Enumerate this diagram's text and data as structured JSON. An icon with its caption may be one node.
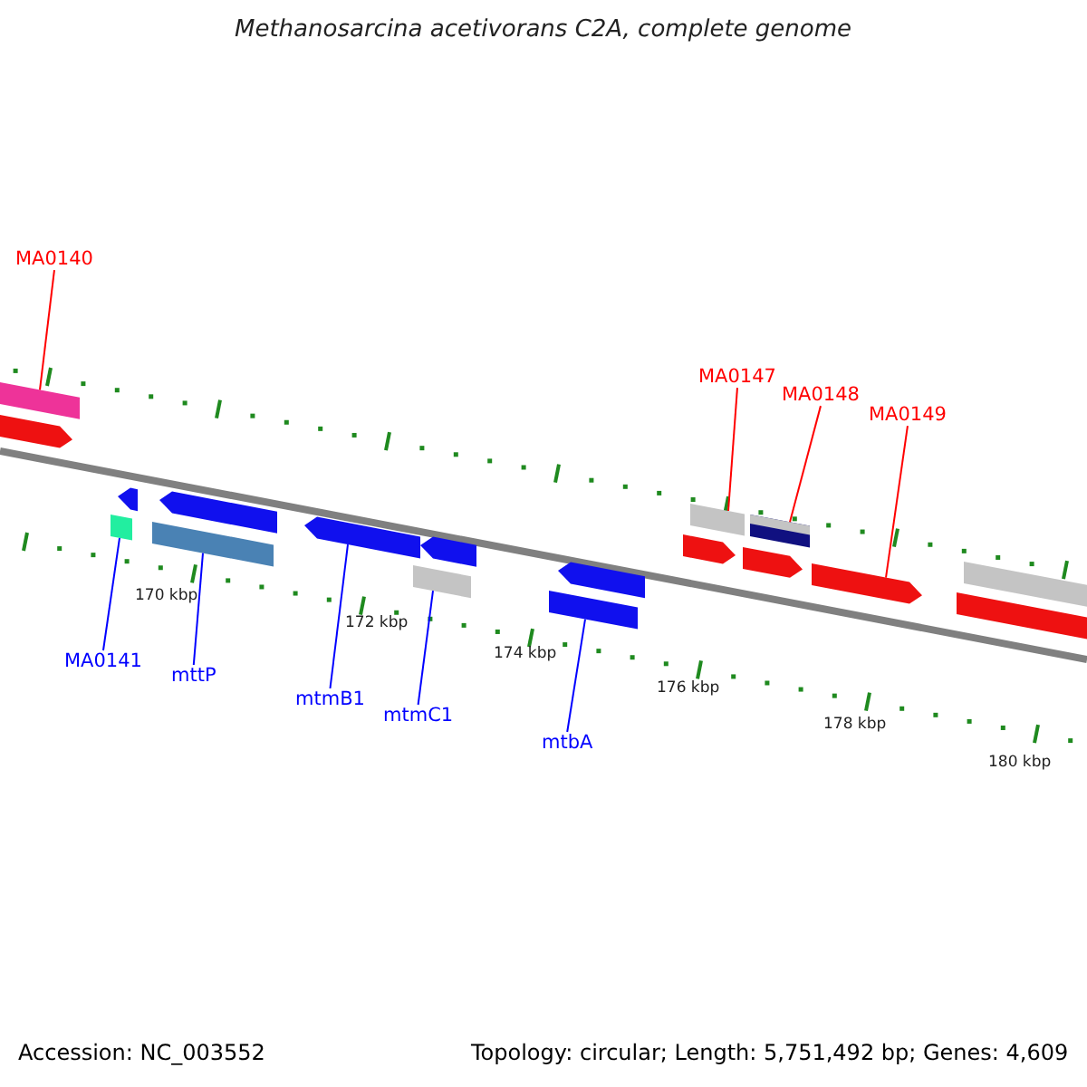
{
  "diagram": {
    "title": "Methanosarcina acetivorans C2A, complete genome",
    "nodes": [
      {
        "text": [
          "MA0140"
        ]
      },
      {
        "text": [
          "MA0147"
        ]
      },
      {
        "text": [
          "MA0148"
        ]
      },
      {
        "text": [
          "MA0149"
        ]
      },
      {
        "text": [
          "MA0141"
        ]
      },
      {
        "text": [
          "mttP"
        ]
      },
      {
        "text": [
          "mtmB1"
        ]
      },
      {
        "text": [
          "mtmC1"
        ]
      },
      {
        "text": [
          "mtbA"
        ]
      },
      {
        "text": [],
        "shape": "box"
      },
      {
        "text": [],
        "shape": "arrow"
      },
      {
        "text": [],
        "shape": "box"
      },
      {
        "text": [],
        "shape": "arrow"
      },
      {
        "text": [],
        "shape": "box"
      },
      {
        "text": [],
        "shape": "arrow"
      },
      {
        "text": [],
        "shape": "arrow"
      },
      {
        "text": [],
        "shape": "box"
      },
      {
        "text": [],
        "shape": "arrow"
      },
      {
        "text": [],
        "shape": "arrow"
      },
      {
        "text": [],
        "shape": "box"
      },
      {
        "text": [],
        "shape": "arrow"
      },
      {
        "text": [],
        "shape": "bar"
      },
      {
        "text": [],
        "shape": "arrow"
      },
      {
        "text": [],
        "shape": "arrow"
      },
      {
        "text": [],
        "shape": "box"
      },
      {
        "text": [],
        "shape": "arrow"
      },
      {
        "text": [],
        "shape": "box"
      }
    ],
    "edges": [
      {
        "from": 0,
        "to": 9,
        "arrow": "none",
        "color": "#ff0000"
      },
      {
        "from": 1,
        "to": 11,
        "arrow": "none",
        "color": "#ff0000"
      },
      {
        "from": 2,
        "to": 13,
        "arrow": "none",
        "color": "#ff0000"
      },
      {
        "from": 3,
        "to": 15,
        "arrow": "none",
        "color": "#ff0000"
      },
      {
        "from": 4,
        "to": 19,
        "arrow": "none"
      },
      {
        "from": 5,
        "to": 21,
        "arrow": "none"
      },
      {
        "from": 6,
        "to": 22,
        "arrow": "none"
      },
      {
        "from": 7,
        "to": 24,
        "arrow": "none"
      },
      {
        "from": 8,
        "to": 26,
        "arrow": "none"
      }
    ],
    "labels": [
      "170 kbp",
      "172 kbp",
      "174 kbp",
      "176 kbp",
      "178 kbp",
      "180 kbp",
      "Accession: NC_003552",
      "Topology: circular; Length: 5,751,492 bp; Genes: 4,609"
    ]
  }
}
